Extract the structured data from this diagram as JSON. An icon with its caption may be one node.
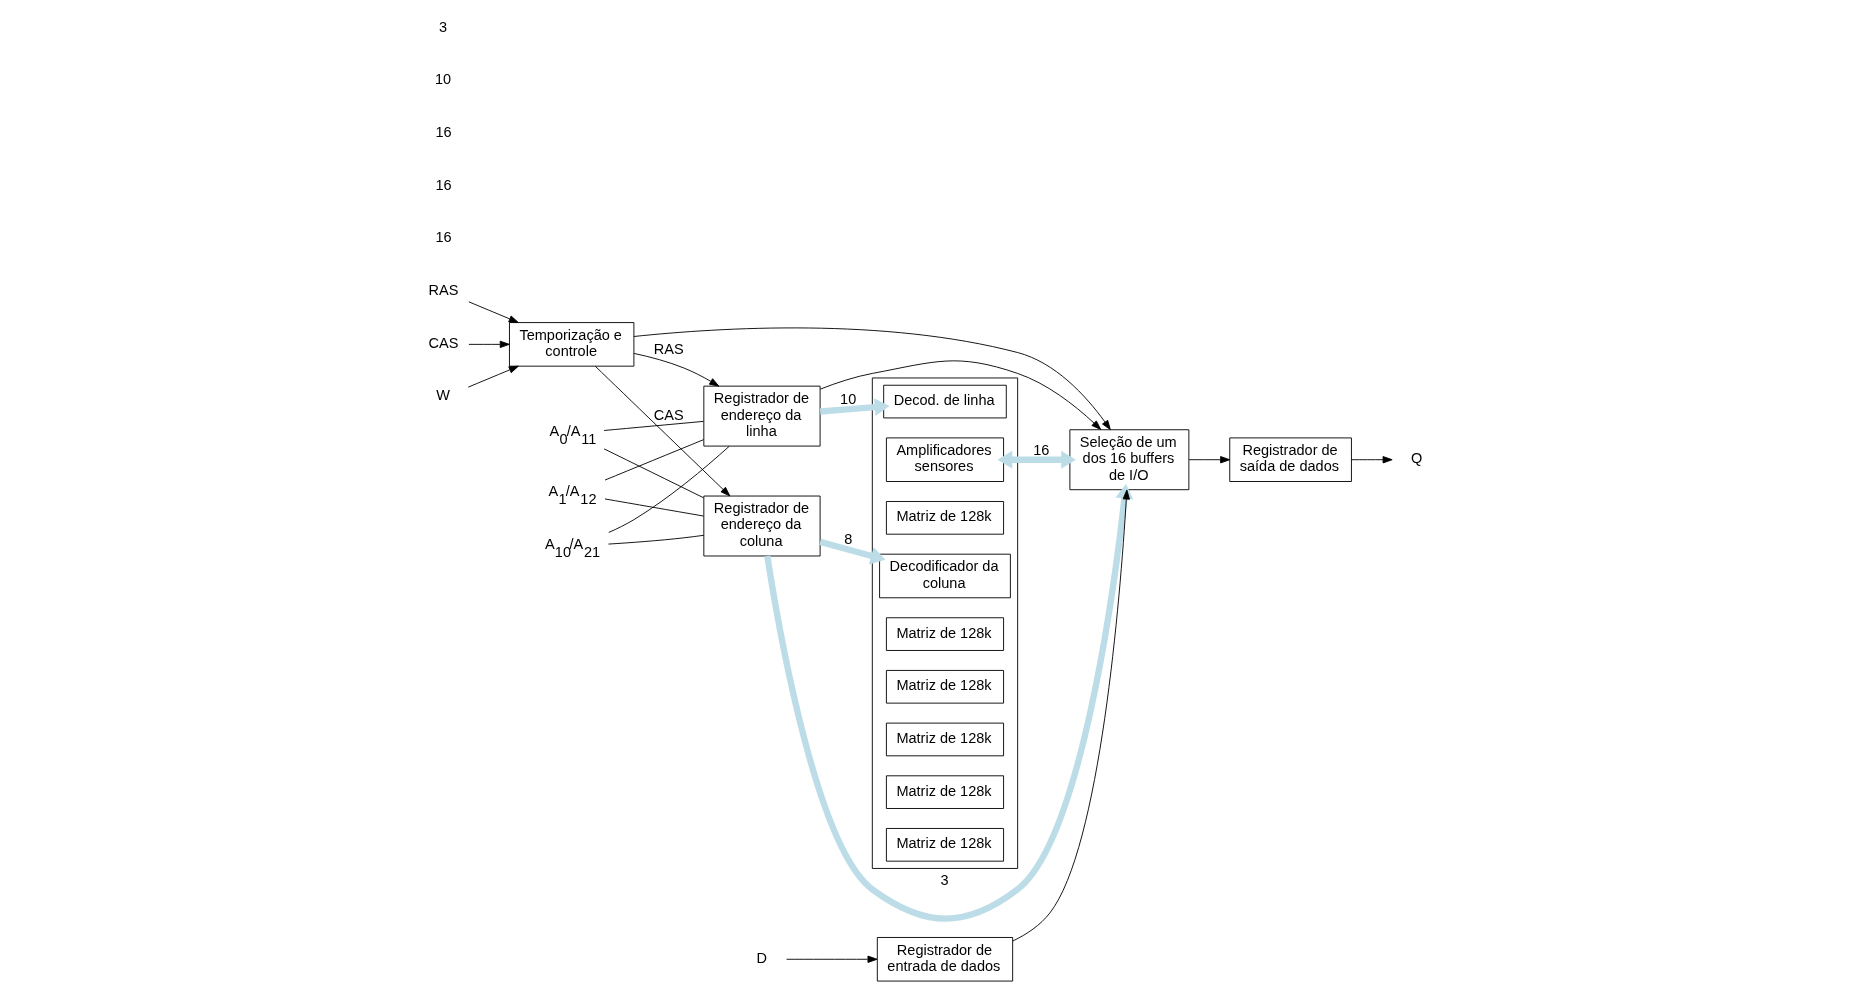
{
  "diagram": {
    "nodes": [
      {
        "text": [
          "RAS"
        ]
      },
      {
        "text": [
          "CAS"
        ]
      },
      {
        "text": [
          "W"
        ]
      },
      {
        "text": [
          "Temporização e controle"
        ]
      },
      {
        "text": [
          "A$_{0}$/A$_{11}$"
        ]
      },
      {
        "text": [
          "A$_{1}$/A$_{12}$"
        ]
      },
      {
        "text": [
          "A$_{10}$/A$_{21}$"
        ]
      },
      {
        "text": [
          "Registrador de endereço da coluna"
        ]
      },
      {
        "text": [
          "Registrador de endereço da linha"
        ]
      },
      {
        "text": [],
        "shape": "box"
      },
      {
        "text": [
          "Decodificador da coluna"
        ],
        "in": 9
      },
      {
        "text": [
          "Amplificadores sensores"
        ],
        "in": 9
      },
      {
        "text": [
          "Matriz de 128k"
        ],
        "in": 9
      },
      {
        "text": [
          "Decod. de linha"
        ],
        "in": 9
      },
      {
        "text": [
          "Matriz de 128k"
        ],
        "in": 9
      },
      {
        "text": [
          "Matriz de 128k"
        ],
        "in": 9
      },
      {
        "text": [
          "Matriz de 128k"
        ],
        "in": 9
      },
      {
        "text": [
          "Matriz de 128k"
        ],
        "in": 9
      },
      {
        "text": [
          "Matriz de 128k"
        ],
        "in": 9
      },
      {
        "text": [
          "Seleção de um dos 16 buffers de I/O"
        ]
      },
      {
        "text": [
          "Registrador de entrada de dados"
        ]
      },
      {
        "text": [
          "Registrador de saída de dados"
        ]
      },
      {
        "text": [
          "D"
        ]
      },
      {
        "text": [
          "Q"
        ]
      }
    ],
    "edges": [
      {
        "from": 0,
        "to": 3,
        "arrow": "to"
      },
      {
        "from": 1,
        "to": 3,
        "arrow": "to"
      },
      {
        "from": 2,
        "to": 3,
        "arrow": "to"
      },
      {
        "from": 3,
        "to": 7,
        "arrow": "to",
        "label": "CAS"
      },
      {
        "from": 3,
        "to": 8,
        "arrow": "to",
        "label": "RAS"
      },
      {
        "from": 3,
        "to": 19,
        "arrow": "to"
      },
      {
        "from": 4,
        "to": 7,
        "arrow": "none"
      },
      {
        "from": 4,
        "to": 8,
        "arrow": "none"
      },
      {
        "from": 5,
        "to": 7,
        "arrow": "none"
      },
      {
        "from": 5,
        "to": 8,
        "arrow": "none"
      },
      {
        "from": 6,
        "to": 7,
        "arrow": "none"
      },
      {
        "from": 6,
        "to": 8,
        "arrow": "none"
      },
      {
        "from": 7,
        "to": 10,
        "arrow": "to",
        "label": "8",
        "style": "thick",
        "color": "#bcdde8"
      },
      {
        "from": 7,
        "to": 19,
        "arrow": "to",
        "label": "3",
        "style": "thick",
        "color": "#bcdde8"
      },
      {
        "from": 8,
        "to": 13,
        "arrow": "to",
        "label": "10",
        "style": "thick",
        "color": "#bcdde8"
      },
      {
        "from": 8,
        "to": 19,
        "arrow": "to"
      },
      {
        "from": 11,
        "to": 19,
        "arrow": "both",
        "label": "16",
        "style": "thick",
        "color": "#bcdde8"
      },
      {
        "from": 20,
        "to": 19,
        "arrow": "to"
      },
      {
        "from": 22,
        "to": 20,
        "arrow": "to"
      },
      {
        "from": 19,
        "to": 21,
        "arrow": "to"
      },
      {
        "from": 21,
        "to": 23,
        "arrow": "to"
      }
    ],
    "labels": [
      "16",
      "16",
      "16",
      "10",
      "3"
    ]
  }
}
